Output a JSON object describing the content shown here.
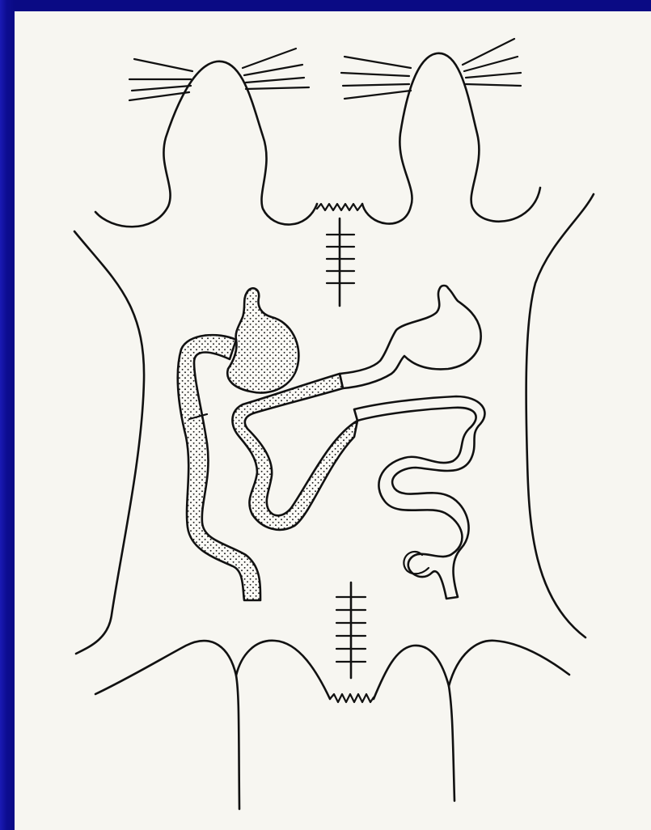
{
  "figure": {
    "background_color": "#f7f6f1",
    "frame_color": "#0a0a84",
    "ink_color": "#111111",
    "stipple_color": "#1a1a1a",
    "subjects": [
      "left-rat-outline",
      "right-rat-outline"
    ],
    "structures": [
      "upper-incision-suture",
      "lower-incision-suture",
      "stomach",
      "small-intestine",
      "stippled-segment",
      "unshaded-segment"
    ]
  }
}
